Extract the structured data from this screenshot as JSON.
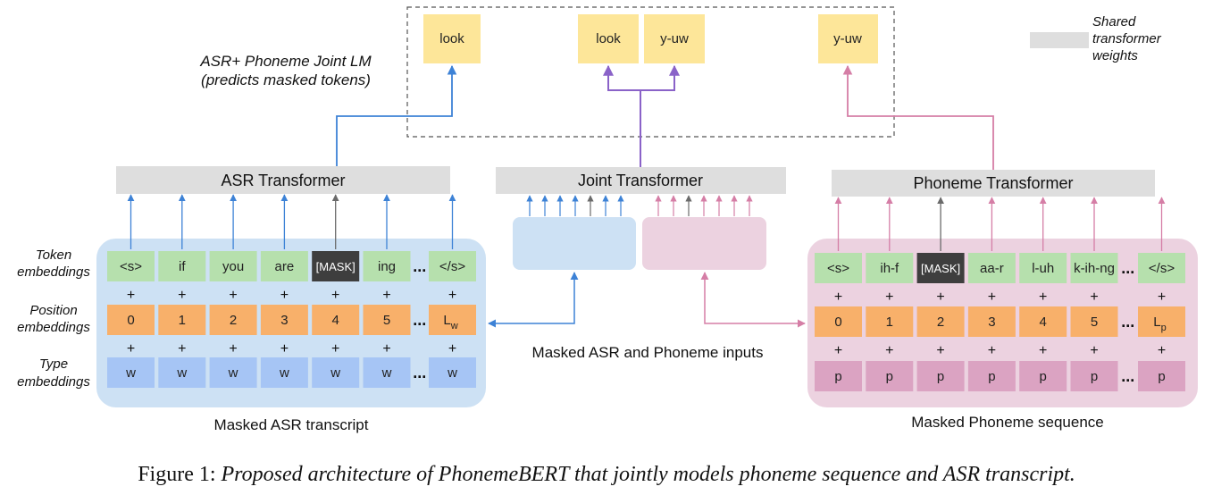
{
  "colors": {
    "token_green": "#b6e0ad",
    "position_orange": "#f8b06a",
    "type_blue": "#a6c5f5",
    "type_pink": "#dba3c2",
    "mask_dark": "#3e3e3e",
    "output_yellow": "#fde699",
    "transformer_gray": "#dedede",
    "asr_panel": "#cde1f4",
    "phoneme_panel": "#ecd2e0",
    "arrow_blue": "#3d82d6",
    "arrow_pink": "#d57ea6",
    "arrow_purple": "#8a62c8",
    "arrow_gray": "#6a6a6a"
  },
  "outputs": {
    "left_token": "look",
    "center_token_1": "look",
    "center_token_2": "y-uw",
    "right_token": "y-uw"
  },
  "legend": {
    "line1": "Shared",
    "line2": "transformer",
    "line3": "weights"
  },
  "lm_label": {
    "line1": "ASR+ Phoneme Joint LM",
    "line2": "(predicts masked tokens)"
  },
  "transformers": {
    "asr": "ASR Transformer",
    "joint": "Joint Transformer",
    "phoneme": "Phoneme Transformer"
  },
  "row_labels": {
    "token_1": "Token",
    "token_2": "embeddings",
    "position_1": "Position",
    "position_2": "embeddings",
    "type_1": "Type",
    "type_2": "embeddings"
  },
  "asr": {
    "tokens": [
      "<s>",
      "if",
      "you",
      "are",
      "[MASK]",
      "ing",
      "</s>"
    ],
    "positions": [
      "0",
      "1",
      "2",
      "3",
      "4",
      "5"
    ],
    "position_last_main": "L",
    "position_last_sub": "w",
    "types": [
      "w",
      "w",
      "w",
      "w",
      "w",
      "w",
      "w"
    ],
    "caption": "Masked ASR transcript"
  },
  "phoneme": {
    "tokens": [
      "<s>",
      "ih-f",
      "[MASK]",
      "aa-r",
      "l-uh",
      "k-ih-ng",
      "</s>"
    ],
    "positions": [
      "0",
      "1",
      "2",
      "3",
      "4",
      "5"
    ],
    "position_last_main": "L",
    "position_last_sub": "p",
    "types": [
      "p",
      "p",
      "p",
      "p",
      "p",
      "p",
      "p"
    ],
    "caption": "Masked Phoneme sequence"
  },
  "center_label": "Masked ASR and Phoneme inputs",
  "symbols": {
    "plus": "+",
    "ellipsis": "..."
  },
  "figure_caption": {
    "prefix": "Figure 1:",
    "text": "Proposed architecture of PhonemeBERT that jointly models phoneme sequence and ASR transcript."
  }
}
